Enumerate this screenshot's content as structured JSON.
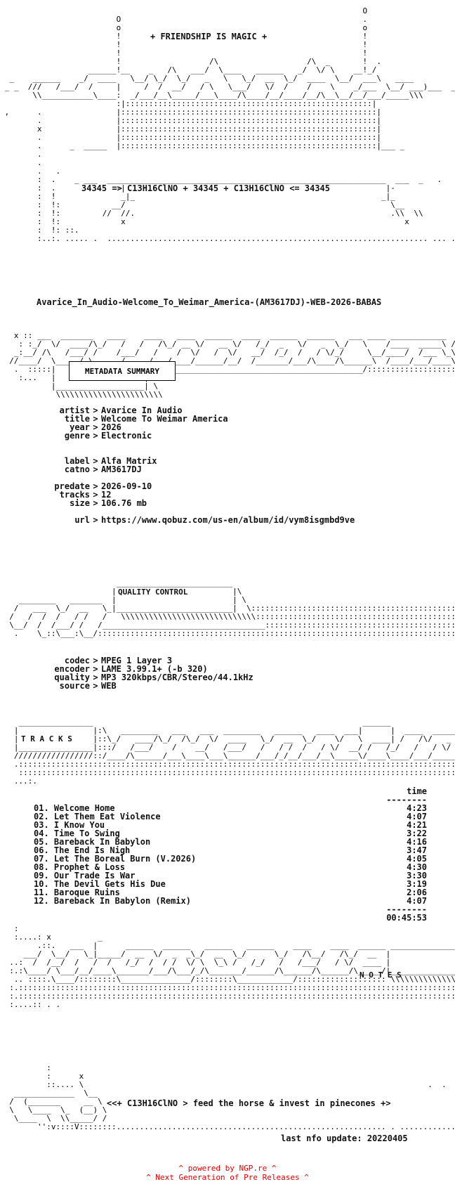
{
  "header": {
    "tagline": "+ FRIENDSHIP IS MAGIC +",
    "equation": "34345 => C13H16ClNO + 34345 + C13H16ClNO <= 34345"
  },
  "release_name": "Avarice_In_Audio-Welcome_To_Weimar_America-(AM3617DJ)-WEB-2026-BABAS",
  "sections": {
    "metadata": "METADATA SUMMARY",
    "quality": "QUALITY CONTROL",
    "tracks": "T R A C K S",
    "notes": "N O T E S"
  },
  "metadata": {
    "artist": "Avarice In Audio",
    "title": "Welcome To Weimar America",
    "year": "2026",
    "genre": "Electronic",
    "label": "Alfa Matrix",
    "catno": "AM3617DJ",
    "predate": "2026-09-10",
    "tracks": "12",
    "size": "106.76 mb",
    "url": "https://www.qobuz.com/us-en/album/id/vym8isgmbd9ve"
  },
  "metadata_keys": {
    "artist": "artist",
    "title": "title",
    "year": "year",
    "genre": "genre",
    "label": "label",
    "catno": "catno",
    "predate": "predate",
    "tracks": "tracks",
    "size": "size",
    "url": "url"
  },
  "quality": {
    "codec": "MPEG 1 Layer 3",
    "encoder": "LAME 3.99.1+ (-b 320)",
    "quality": "MP3 320kbps/CBR/Stereo/44.1kHz",
    "source": "WEB"
  },
  "quality_keys": {
    "codec": "codec",
    "encoder": "encoder",
    "quality": "quality",
    "source": "source"
  },
  "tracklist": {
    "time_header": "time",
    "rule": "--------",
    "total": "00:45:53",
    "items": [
      {
        "title": "01. Welcome Home",
        "time": "4:23"
      },
      {
        "title": "02. Let Them Eat Violence",
        "time": "4:07"
      },
      {
        "title": "03. I Know You",
        "time": "4:21"
      },
      {
        "title": "04. Time To Swing",
        "time": "3:22"
      },
      {
        "title": "05. Bareback In Babylon",
        "time": "4:16"
      },
      {
        "title": "06. The End Is Nigh",
        "time": "3:47"
      },
      {
        "title": "07. Let The Boreal Burn (V.2026)",
        "time": "4:05"
      },
      {
        "title": "08. Prophet & Loss",
        "time": "4:30"
      },
      {
        "title": "09. Our Trade Is War",
        "time": "3:30"
      },
      {
        "title": "10. The Devil Gets His Due",
        "time": "3:19"
      },
      {
        "title": "11. Baroque Ruins",
        "time": "2:06"
      },
      {
        "title": "12. Bareback In Babylon (Remix)",
        "time": "4:07"
      }
    ]
  },
  "notes": {
    "slogan": "<<+ C13H16ClNO > feed the horse & invest in pinecones +>",
    "last_update": "last nfo update: 20220405"
  },
  "footer": {
    "line1": "^ powered by NGP.re ^",
    "line2": "^ Next Generation of Pre Releases ^",
    "color": "#e00000"
  }
}
